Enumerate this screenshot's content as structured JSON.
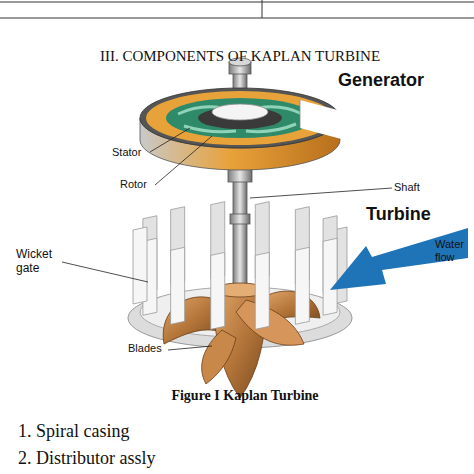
{
  "diagram": {
    "title": "III. COMPONENTS OF KAPLAN TURBINE",
    "caption": "Figure I Kaplan Turbine",
    "labels": [
      "Generator",
      "Stator",
      "Rotor",
      "Shaft",
      "Turbine",
      "Wicket gate",
      "Water flow",
      "Blades",
      "1. Spiral casing",
      "2. Distributor assly"
    ]
  }
}
